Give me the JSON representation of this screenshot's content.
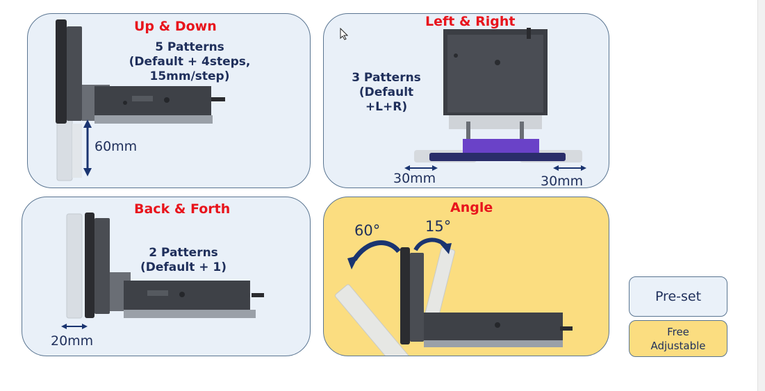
{
  "panels": {
    "up_down": {
      "title": "Up & Down",
      "patterns_line1": "5 Patterns",
      "patterns_line2": "(Default + 4steps,",
      "patterns_line3": "15mm/step)",
      "measure": "60mm"
    },
    "left_right": {
      "title": "Left & Right",
      "patterns_line1": "3 Patterns",
      "patterns_line2": "(Default",
      "patterns_line3": "+L+R)",
      "measure_left": "30mm",
      "measure_right": "30mm"
    },
    "back_forth": {
      "title": "Back & Forth",
      "patterns_line1": "2 Patterns",
      "patterns_line2": "(Default + 1)",
      "measure": "20mm"
    },
    "angle": {
      "title": "Angle",
      "angle_up": "60°",
      "angle_down": "15°"
    }
  },
  "legend": {
    "preset": "Pre-set",
    "free": "Free\nAdjustable"
  },
  "colors": {
    "panel_blue": "#e9f0f8",
    "panel_yellow": "#fbdd80",
    "title_red": "#e8141c",
    "text_navy": "#1f2f5b",
    "arrow_navy": "#1a3470"
  }
}
